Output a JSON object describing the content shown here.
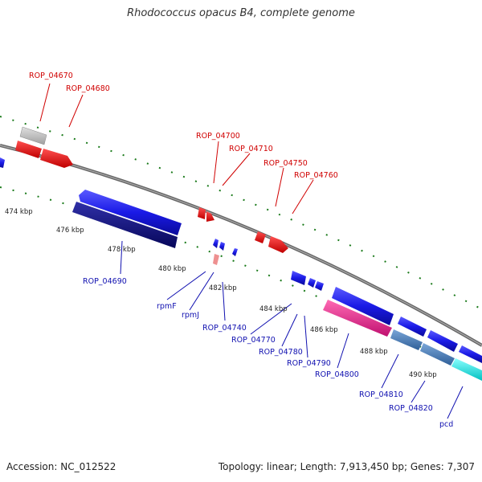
{
  "title": "Rhodococcus opacus B4, complete genome",
  "footer": {
    "accession_label": "Accession: NC_012522",
    "topology": "Topology: linear;",
    "length": " Length: 7,913,450 bp;",
    "genes": " Genes: 7,307"
  },
  "colors": {
    "red_gene": "#e01010",
    "blue_gene": "#1a1ae6",
    "navy_gene": "#0d0d80",
    "magenta_gene": "#e0288c",
    "steel_gene": "#4a7db8",
    "cyan_gene": "#14e0e0",
    "grey_gene": "#c0c0c0",
    "backbone": "#777777",
    "tick": "#1a7a1a"
  },
  "scale_labels": [
    "474 kbp",
    "476 kbp",
    "478 kbp",
    "480 kbp",
    "482 kbp",
    "484 kbp",
    "486 kbp",
    "488 kbp",
    "490 kbp"
  ],
  "red_labels": [
    "ROP_04670",
    "ROP_04680",
    "ROP_04700",
    "ROP_04710",
    "ROP_04750",
    "ROP_04760"
  ],
  "blue_labels": [
    "ROP_04690",
    "rpmF",
    "rpmJ",
    "ROP_04740",
    "ROP_04770",
    "ROP_04780",
    "ROP_04790",
    "ROP_04800",
    "ROP_04810",
    "ROP_04820",
    "pcd"
  ]
}
